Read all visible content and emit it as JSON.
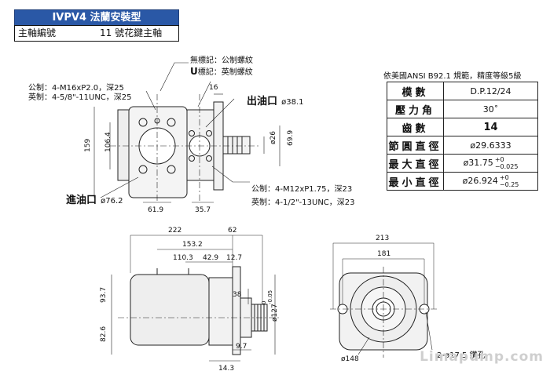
{
  "header": {
    "title": "IVPV4 法蘭安裝型",
    "shaft_label": "主軸編號",
    "shaft_value": "11 號花鍵主軸"
  },
  "spec": {
    "caption": "依美國ANSI  B92.1 規範，精度等級5級",
    "rows": [
      {
        "key": "模數",
        "value": "D.P.12/24"
      },
      {
        "key": "壓力角",
        "value": "30˚"
      },
      {
        "key": "齒數",
        "value": "14"
      },
      {
        "key": "節圓直徑",
        "value": "ø29.6333"
      },
      {
        "key": "最大直徑",
        "value": "ø31.75",
        "tol_upper": "+0",
        "tol_lower": "−0.025"
      },
      {
        "key": "最小直徑",
        "value": "ø26.924",
        "tol_upper": "+0",
        "tol_lower": "−0.25"
      }
    ]
  },
  "top_view": {
    "note_none": "無標記：公制螺紋",
    "note_u_prefix": "U",
    "note_u": "標記：英制螺紋",
    "metric_left": "公制：4-M16xP2.0，深25",
    "imperial_left": "英制：4-5/8\"-11UNC，深25",
    "outlet_label": "出油口",
    "outlet_dia": "ø38.1",
    "inlet_label": "進油口",
    "inlet_dia": "ø76.2",
    "metric_right": "公制：4-M12xP1.75，深23",
    "imperial_right": "英制：4-1/2\"-13UNC，深23",
    "dims": {
      "d16": "16",
      "d159": "159",
      "d106_4": "106.4",
      "d26": "ø26",
      "d69_9": "69.9",
      "d61_9": "61.9",
      "d35_7": "35.7"
    }
  },
  "side_view": {
    "dims": {
      "d222": "222",
      "d62": "62",
      "d153_2": "153.2",
      "d110_3": "110.3",
      "d42_9": "42.9",
      "d12_7": "12.7",
      "d93_7": "93.7",
      "d82_6": "82.6",
      "d38": "38",
      "d127": "ø127",
      "d127_tol_upper": "0",
      "d127_tol_lower": "-0.05",
      "d9_7": "9.7",
      "d14_3": "14.3"
    }
  },
  "front_view": {
    "dims": {
      "d213": "213",
      "d181": "181",
      "d148": "ø148",
      "holes": "2-ø17.5 鑽孔"
    }
  },
  "watermark": "Limapump.com"
}
